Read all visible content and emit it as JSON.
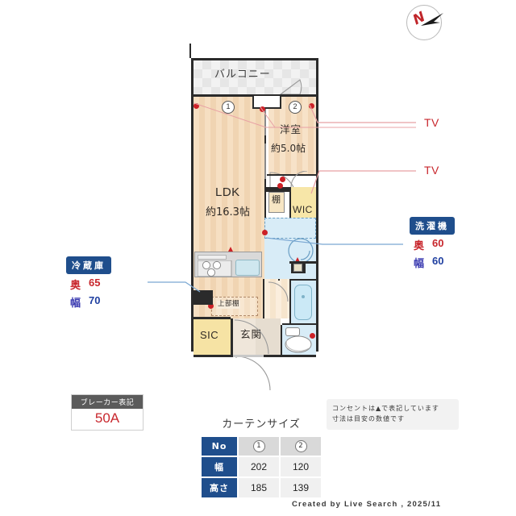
{
  "compass": {
    "north_label": "N"
  },
  "plan": {
    "rooms": [
      {
        "key": "balcony",
        "label": "バルコニー"
      },
      {
        "key": "washitsu",
        "label": "洋室",
        "size": "約5.0帖"
      },
      {
        "key": "ldk",
        "label": "LDK",
        "size": "約16.3帖"
      },
      {
        "key": "wic",
        "label": "WIC"
      },
      {
        "key": "tana",
        "label": "棚"
      },
      {
        "key": "upper_shelf",
        "label": "上部棚"
      },
      {
        "key": "sic",
        "label": "SIC"
      },
      {
        "key": "genkan",
        "label": "玄関"
      }
    ],
    "window_markers": [
      "1",
      "2"
    ]
  },
  "callouts": {
    "tv_1": "TV",
    "tv_2": "TV",
    "fridge": {
      "title": "冷蔵庫",
      "depth_label": "奥",
      "depth_value": "65",
      "width_label": "幅",
      "width_value": "70"
    },
    "washer": {
      "title": "洗濯機",
      "depth_label": "奥",
      "depth_value": "60",
      "width_label": "幅",
      "width_value": "60"
    }
  },
  "breaker": {
    "title": "ブレーカー表記",
    "value": "50A"
  },
  "note": {
    "line1": "コンセントは▲で表記しています",
    "line2": "寸法は目安の数値です"
  },
  "curtain_table": {
    "title": "カーテンサイズ",
    "row_headers": [
      "No",
      "幅",
      "高さ"
    ],
    "columns": [
      "1",
      "2"
    ],
    "width_values": [
      "202",
      "120"
    ],
    "height_values": [
      "185",
      "139"
    ]
  },
  "footer": {
    "credit": "Created by Live Search , 2025/11"
  },
  "colors": {
    "accent_blue": "#1f4e8c",
    "accent_red": "#c8272d",
    "wall": "#2b2b2b"
  }
}
